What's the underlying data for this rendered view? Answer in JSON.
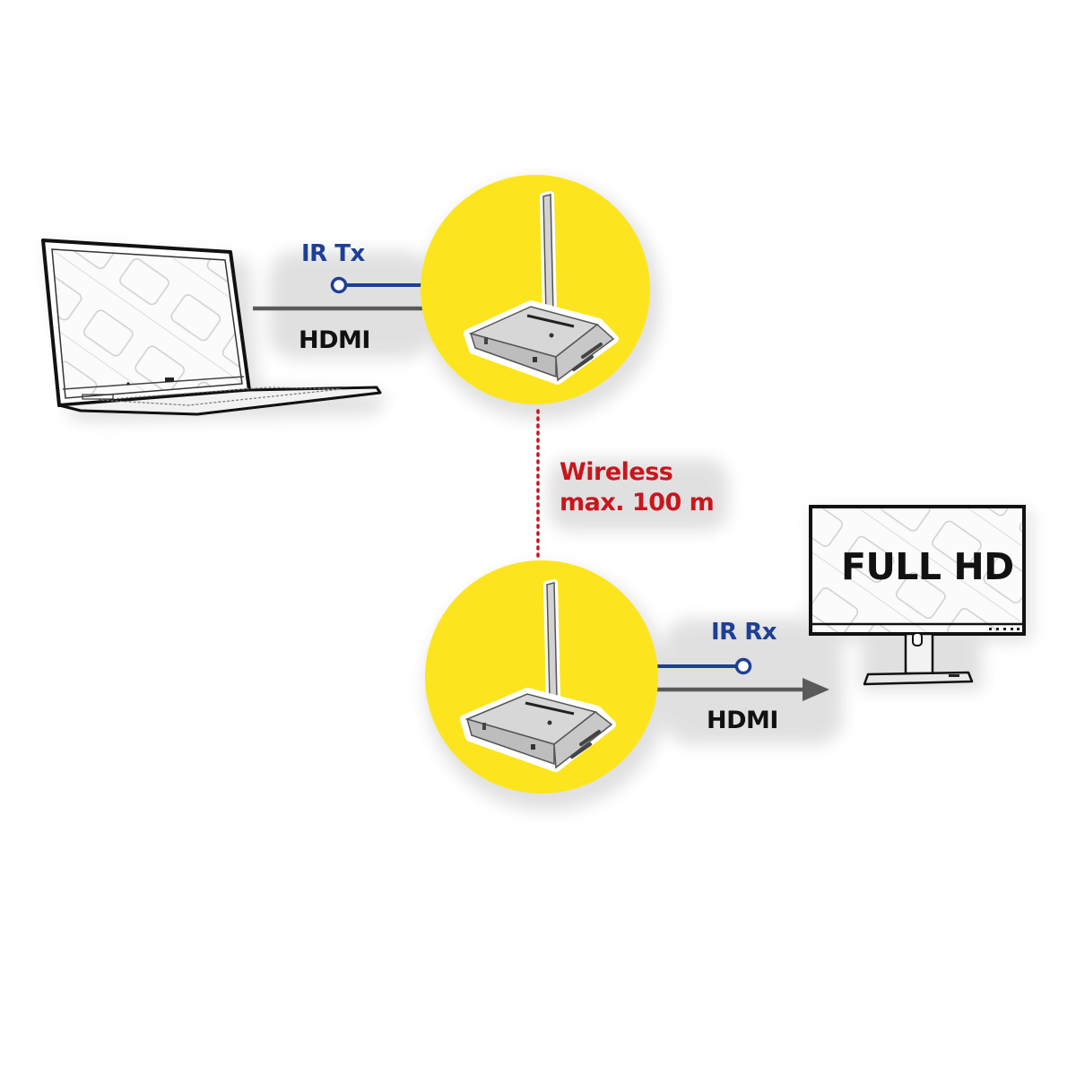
{
  "colors": {
    "yellow": "#fce51e",
    "ir_blue": "#1d3f95",
    "hdmi_gray": "#5a5a5a",
    "wireless_red": "#c8161d",
    "background": "#ffffff"
  },
  "source": {
    "device": "laptop",
    "ir_label": "IR Tx",
    "cable_label": "HDMI"
  },
  "transmitter": {
    "device": "wireless-transmitter-with-antenna"
  },
  "link": {
    "line1": "Wireless",
    "line2": "max. 100 m"
  },
  "receiver": {
    "device": "wireless-receiver-with-antenna"
  },
  "sink": {
    "device": "monitor",
    "screen_text": "FULL HD",
    "ir_label": "IR Rx",
    "cable_label": "HDMI"
  }
}
